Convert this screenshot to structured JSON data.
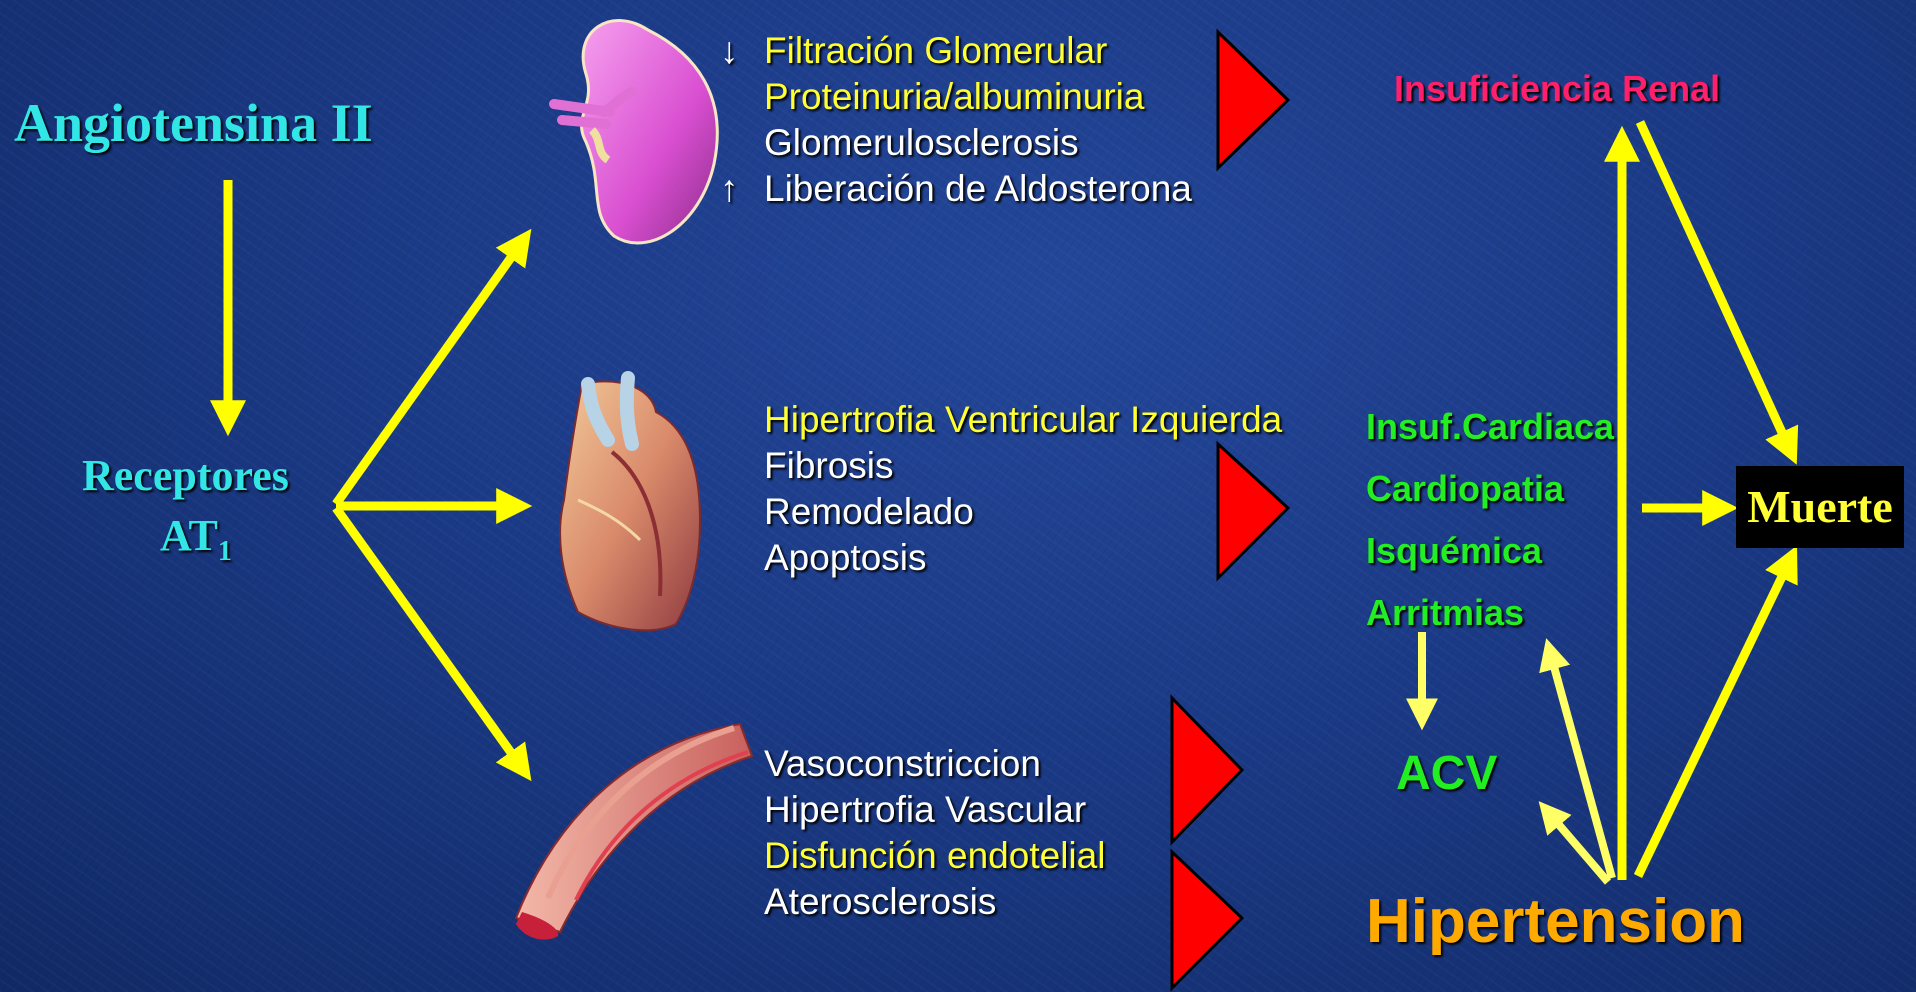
{
  "title": "Angiotensina II",
  "receptors": {
    "line1": "Receptores",
    "line2": "AT",
    "subscript": "1"
  },
  "kidney_effects": [
    {
      "marker": "↓",
      "text": "Filtración Glomerular",
      "color": "#ffff33"
    },
    {
      "marker": "",
      "text": "Proteinuria/albuminuria",
      "color": "#ffff33"
    },
    {
      "marker": "",
      "text": "Glomerulosclerosis",
      "color": "#ffffff"
    },
    {
      "marker": "↑",
      "text": "Liberación de Aldosterona",
      "color": "#ffffff"
    }
  ],
  "heart_effects": [
    {
      "text": "Hipertrofia Ventricular Izquierda",
      "color": "#ffff33"
    },
    {
      "text": "Fibrosis",
      "color": "#ffffff"
    },
    {
      "text": "Remodelado",
      "color": "#ffffff"
    },
    {
      "text": "Apoptosis",
      "color": "#ffffff"
    }
  ],
  "vessel_effects": [
    {
      "text": "Vasoconstriccion",
      "color": "#ffffff"
    },
    {
      "text": "Hipertrofia Vascular",
      "color": "#ffffff"
    },
    {
      "text": "Disfunción endotelial",
      "color": "#ffff33"
    },
    {
      "text": "Aterosclerosis",
      "color": "#ffffff"
    }
  ],
  "outcomes": {
    "renal_failure": "Insuficiencia Renal",
    "cardiac": [
      "Insuf.Cardiaca",
      "Cardiopatia",
      "Isquémica",
      "Arritmias"
    ],
    "stroke": "ACV",
    "hypertension": "Hipertension",
    "death": "Muerte"
  },
  "colors": {
    "arrow": "#ffff00",
    "arrow_light": "#ffff66",
    "title": "#33e6e6",
    "renal": "#ff1f6b",
    "cardiac": "#22ee22",
    "hypertension": "#ffaa00",
    "death_text": "#ffff33",
    "death_bg": "#000000",
    "triangle": "#ff0000"
  },
  "icons": [
    "kidney-icon",
    "heart-icon",
    "blood-vessel-icon"
  ]
}
